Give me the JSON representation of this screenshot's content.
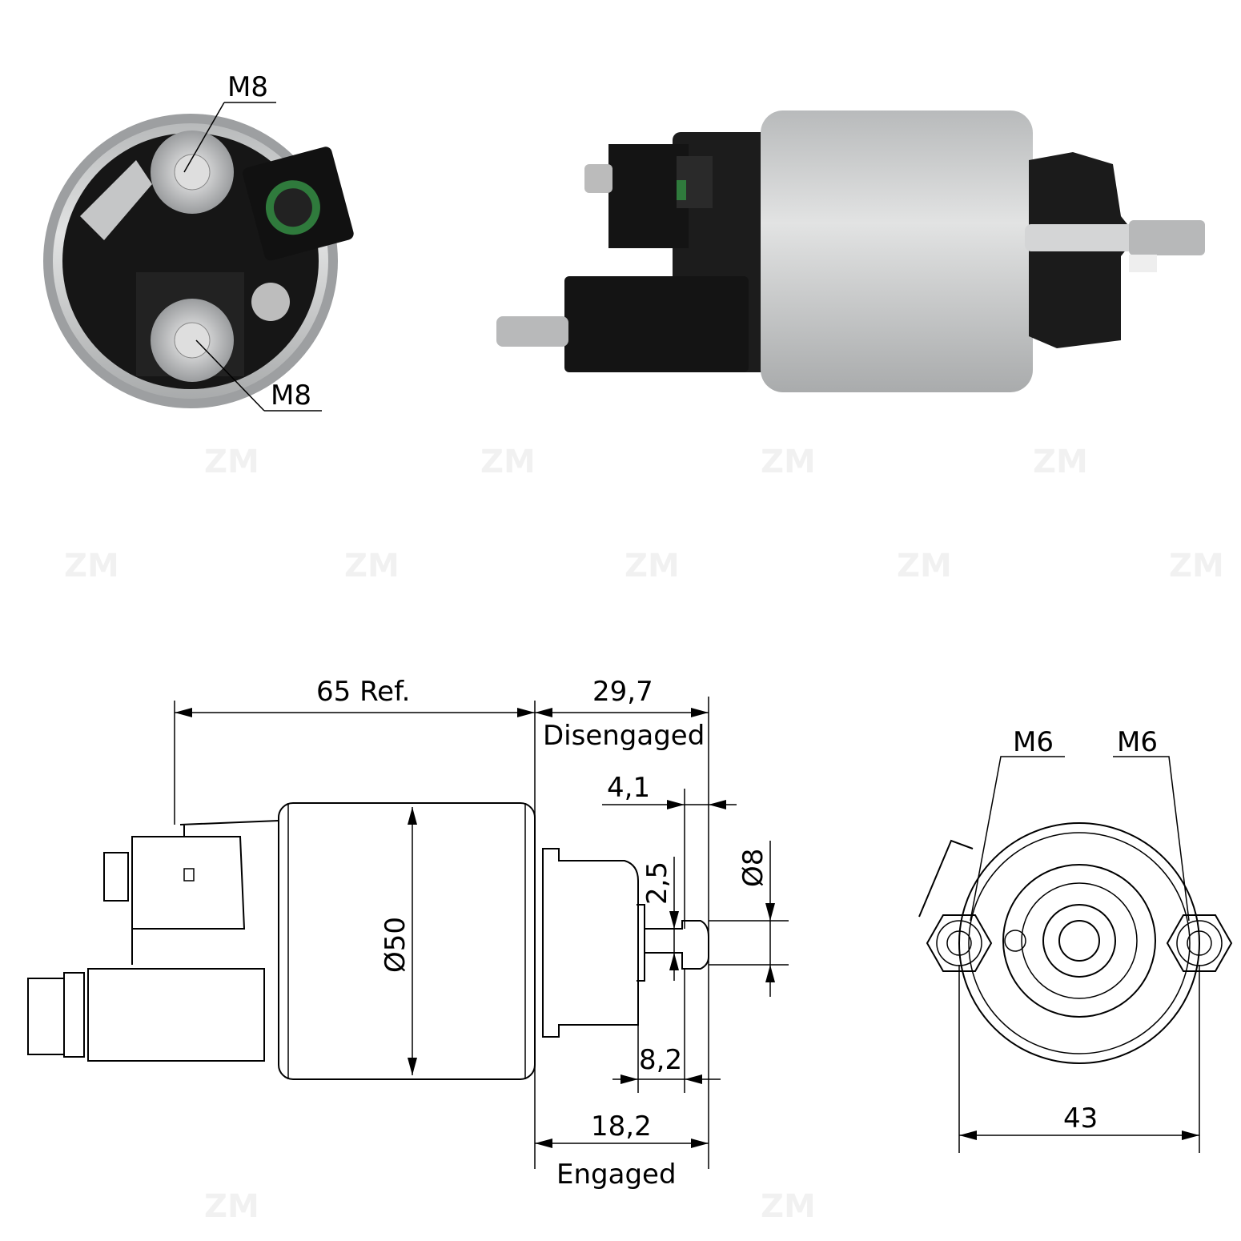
{
  "watermark": "ZM",
  "photo_labels": {
    "top_terminal": "M8",
    "bottom_terminal": "M8"
  },
  "dimensions": {
    "overall_length": "65 Ref.",
    "plunger_disengaged": "29,7",
    "disengaged_label": "Disengaged",
    "offset_4_1": "4,1",
    "groove_width": "2,5",
    "shaft_diameter": "Ø8",
    "body_diameter": "Ø50",
    "offset_8_2": "8,2",
    "plunger_engaged": "18,2",
    "engaged_label": "Engaged",
    "terminal_left": "M6",
    "terminal_right": "M6",
    "terminal_spacing": "43"
  },
  "colors": {
    "housing": "#c9cbcc",
    "body_black": "#1a1a1a",
    "seal_green": "#2f7a3c"
  }
}
